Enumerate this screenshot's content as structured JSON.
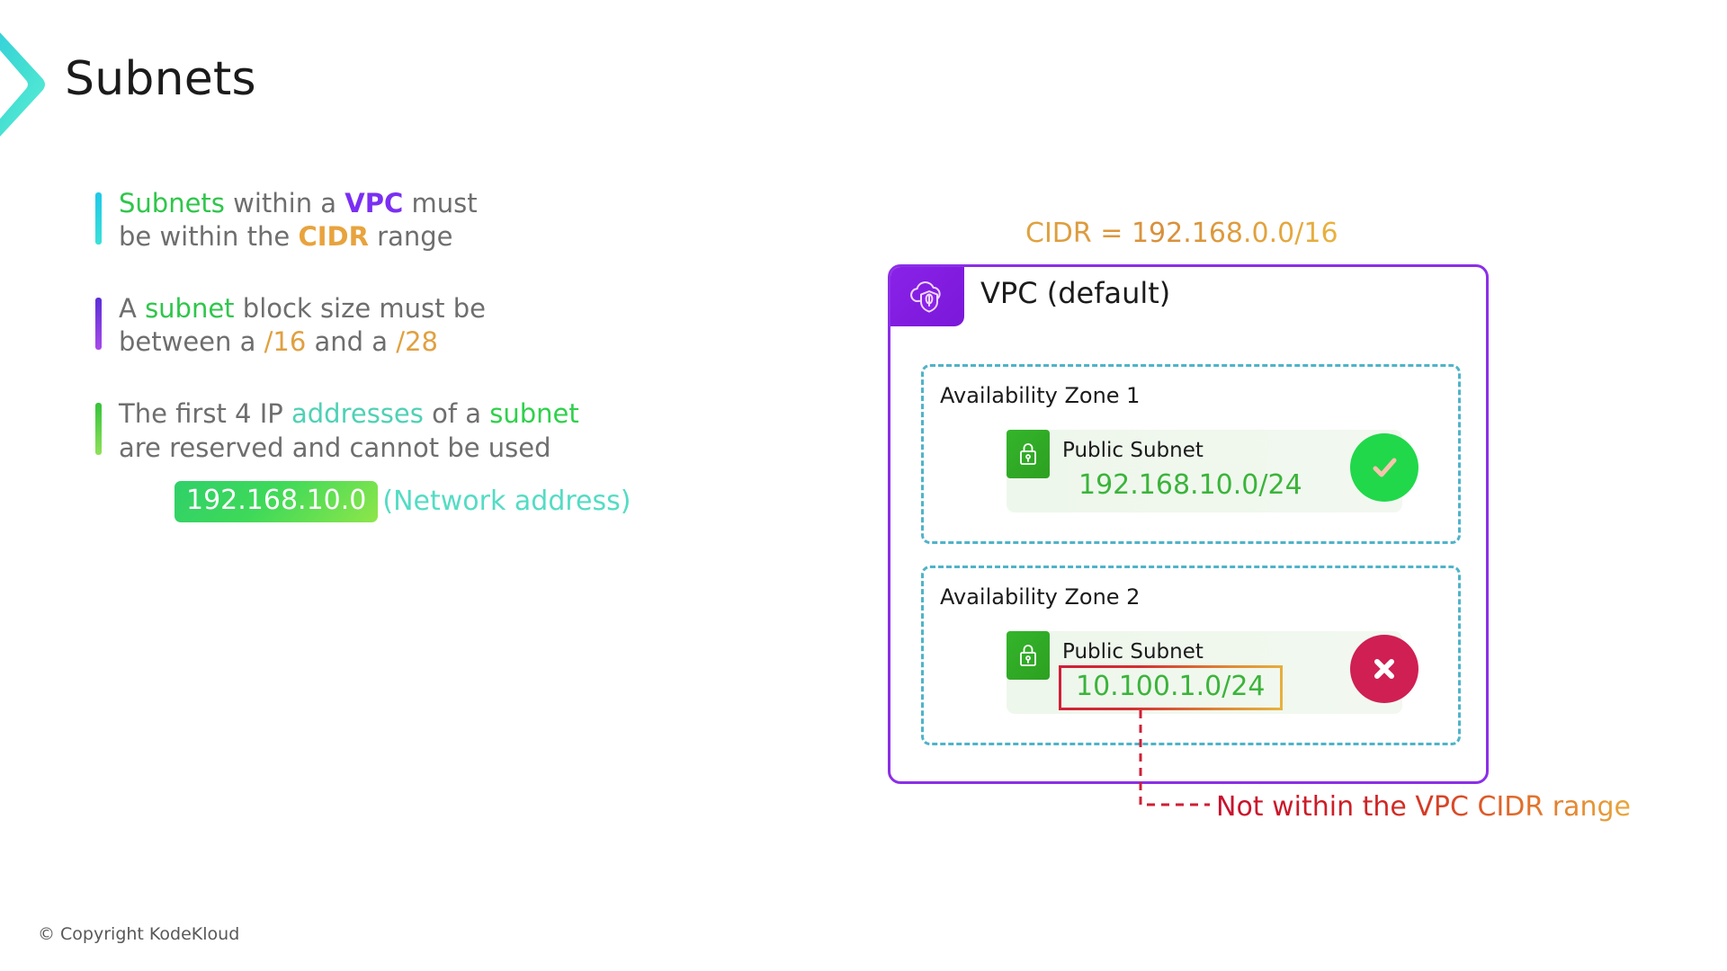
{
  "slide": {
    "title": "Subnets",
    "copyright": "© Copyright KodeKloud"
  },
  "logo": {
    "icon": "chevron-right-logo"
  },
  "bullets": [
    {
      "accent": "#1fc8e8",
      "segments": [
        {
          "text": "Subnets",
          "style": "green"
        },
        {
          "text": " within a ",
          "style": "plain"
        },
        {
          "text": "VPC",
          "style": "purple"
        },
        {
          "text": " must",
          "style": "plain"
        }
      ],
      "line2": [
        {
          "text": "be within the ",
          "style": "plain"
        },
        {
          "text": "CIDR",
          "style": "orange"
        },
        {
          "text": " range",
          "style": "plain"
        }
      ]
    },
    {
      "accent": "#7b2ff2",
      "segments": [
        {
          "text": "A ",
          "style": "plain"
        },
        {
          "text": "subnet",
          "style": "green"
        },
        {
          "text": " block size must be",
          "style": "plain"
        }
      ],
      "line2": [
        {
          "text": "between a ",
          "style": "plain"
        },
        {
          "text": "/16",
          "style": "orange"
        },
        {
          "text": " and a ",
          "style": "plain"
        },
        {
          "text": "/28",
          "style": "orange"
        }
      ]
    },
    {
      "accent": "#36c23c",
      "segments": [
        {
          "text": "The first 4 IP ",
          "style": "plain"
        },
        {
          "text": "addresses",
          "style": "teal"
        },
        {
          "text": " of a ",
          "style": "plain"
        },
        {
          "text": "subnet",
          "style": "green"
        }
      ],
      "line2": [
        {
          "text": "are reserved and cannot be used",
          "style": "plain"
        }
      ],
      "address_chip": "192.168.10.0",
      "address_note": "(Network address)"
    }
  ],
  "diagram": {
    "cidr_label": "CIDR = 192.168.0.0/16",
    "vpc": {
      "title": "VPC (default)",
      "icon": "cloud-shield-icon",
      "border_color": "#8b2fe8",
      "zones": [
        {
          "label": "Availability Zone 1",
          "subnet": {
            "icon": "lock-icon",
            "name": "Public Subnet",
            "cidr": "192.168.10.0/24",
            "flagged": false
          },
          "status": {
            "icon": "check-icon",
            "color": "#21d84a",
            "state": "valid"
          }
        },
        {
          "label": "Availability Zone 2",
          "subnet": {
            "icon": "lock-icon",
            "name": "Public Subnet",
            "cidr": "10.100.1.0/24",
            "flagged": true
          },
          "status": {
            "icon": "cross-icon",
            "color": "#cf1f53",
            "state": "invalid"
          }
        }
      ]
    },
    "callout": {
      "text": "Not within the VPC CIDR range",
      "leader_color": "#cf1f36"
    }
  }
}
